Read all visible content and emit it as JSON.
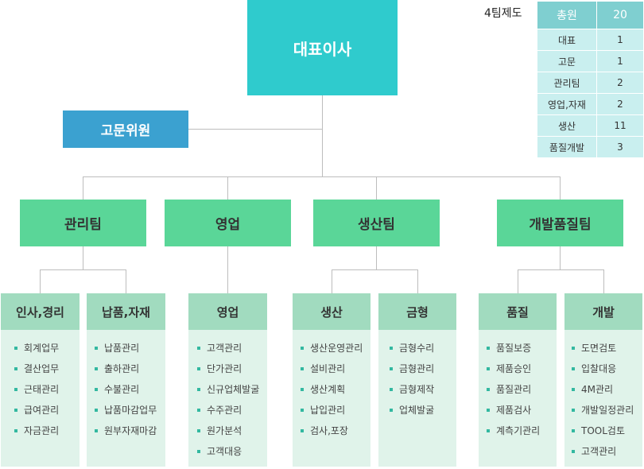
{
  "ceo": "대표이사",
  "advisor": "고문위원",
  "team_system": {
    "title": "4팀제도",
    "header": {
      "label": "총원",
      "value": "20"
    },
    "rows": [
      {
        "label": "대표",
        "value": "1"
      },
      {
        "label": "고문",
        "value": "1"
      },
      {
        "label": "관리팀",
        "value": "2"
      },
      {
        "label": "영업,자재",
        "value": "2"
      },
      {
        "label": "생산",
        "value": "11"
      },
      {
        "label": "품질개발",
        "value": "3"
      }
    ]
  },
  "departments": [
    {
      "name": "관리팀",
      "units": [
        {
          "name": "인사,경리",
          "tasks": [
            "회계업무",
            "결산업무",
            "근태관리",
            "급여관리",
            "자금관리"
          ]
        },
        {
          "name": "납품,자재",
          "tasks": [
            "납품관리",
            "출하관리",
            "수불관리",
            "납품마감업무",
            "원부자재마감"
          ]
        }
      ]
    },
    {
      "name": "영업",
      "units": [
        {
          "name": "영업",
          "tasks": [
            "고객관리",
            "단가관리",
            "신규업체발굴",
            "수주관리",
            "원가분석",
            "고객대응"
          ]
        }
      ]
    },
    {
      "name": "생산팀",
      "units": [
        {
          "name": "생산",
          "tasks": [
            "생산운영관리",
            "설비관리",
            "생산계획",
            "납입관리",
            "검사,포장"
          ]
        },
        {
          "name": "금형",
          "tasks": [
            "금형수리",
            "금형관리",
            "금형제작",
            "업체발굴"
          ]
        }
      ]
    },
    {
      "name": "개발품질팀",
      "units": [
        {
          "name": "품질",
          "tasks": [
            "품질보증",
            "제품승인",
            "품질관리",
            "제품검사",
            "계측기관리"
          ]
        },
        {
          "name": "개발",
          "tasks": [
            "도면검토",
            "입찰대응",
            "4M관리",
            "개발일정관리",
            "TOOL검토",
            "고객관리"
          ]
        }
      ]
    }
  ]
}
